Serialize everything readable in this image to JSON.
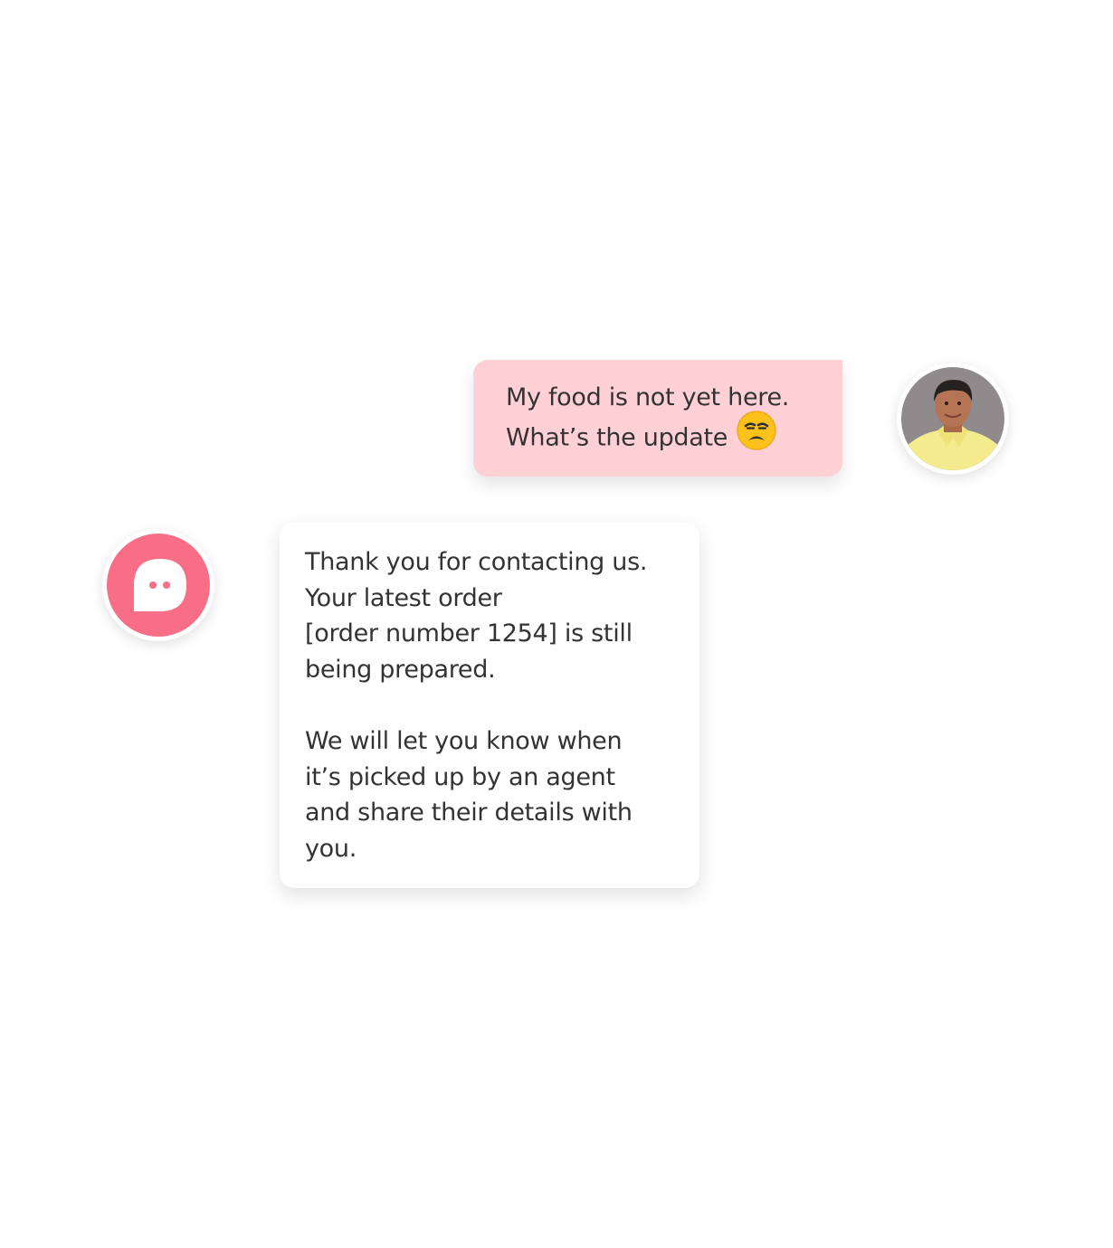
{
  "colors": {
    "user_bubble_bg": "#ffd1d6",
    "bot_bubble_bg": "#ffffff",
    "bot_icon_bg": "#f96e87",
    "text": "#333333"
  },
  "user_message": {
    "lines": [
      "My food is not yet here.",
      "What’s the update"
    ],
    "emoji": "unamused-face-emoji"
  },
  "user_avatar": {
    "icon": "user-photo-avatar"
  },
  "bot_avatar": {
    "icon": "chat-bubble-icon"
  },
  "bot_message": {
    "paragraph1": [
      "Thank you for contacting us.",
      "Your latest order",
      "[order number 1254] is still",
      "being prepared."
    ],
    "paragraph2": [
      "We will let you know when",
      "it’s picked up by an agent",
      "and share their details with",
      "you."
    ]
  }
}
